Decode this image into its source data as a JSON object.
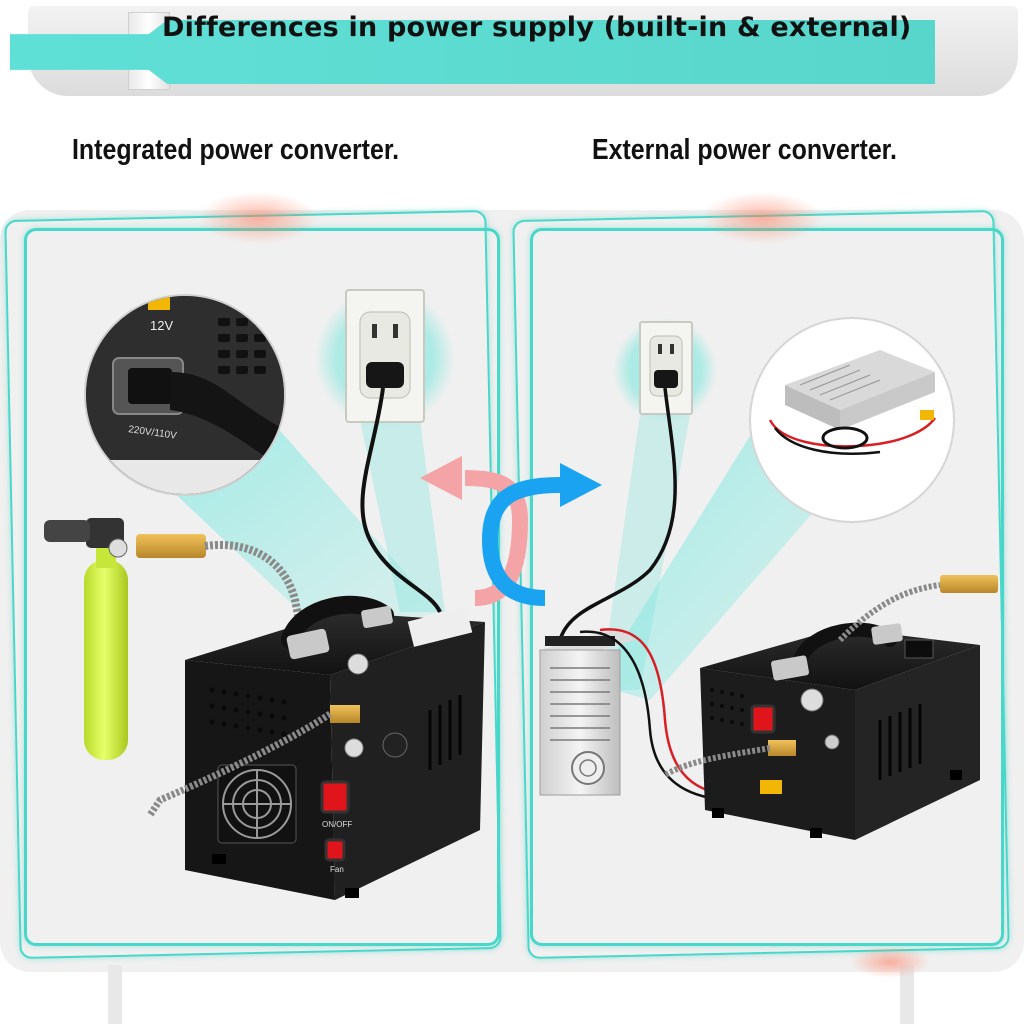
{
  "banner": {
    "title": "Differences in power supply (built-in & external)"
  },
  "columns": {
    "left": {
      "caption": "Integrated power converter."
    },
    "right": {
      "caption": "External power converter."
    }
  },
  "labels": {
    "voltage_12v": "12V",
    "voltage_ac": "220V/110V",
    "switch_onoff": "ON/OFF",
    "switch_fan": "Fan"
  },
  "colors": {
    "accent": "#49d7c9",
    "arrow_left": "#f4a3a6",
    "arrow_right": "#1aa3f0",
    "unit_body": "#1c1c1c",
    "rocker": "#e0141b",
    "bottle": "#d6f24a"
  },
  "icons": [
    "swap-arrows-icon",
    "wall-outlet-icon",
    "fan-grille-icon"
  ]
}
